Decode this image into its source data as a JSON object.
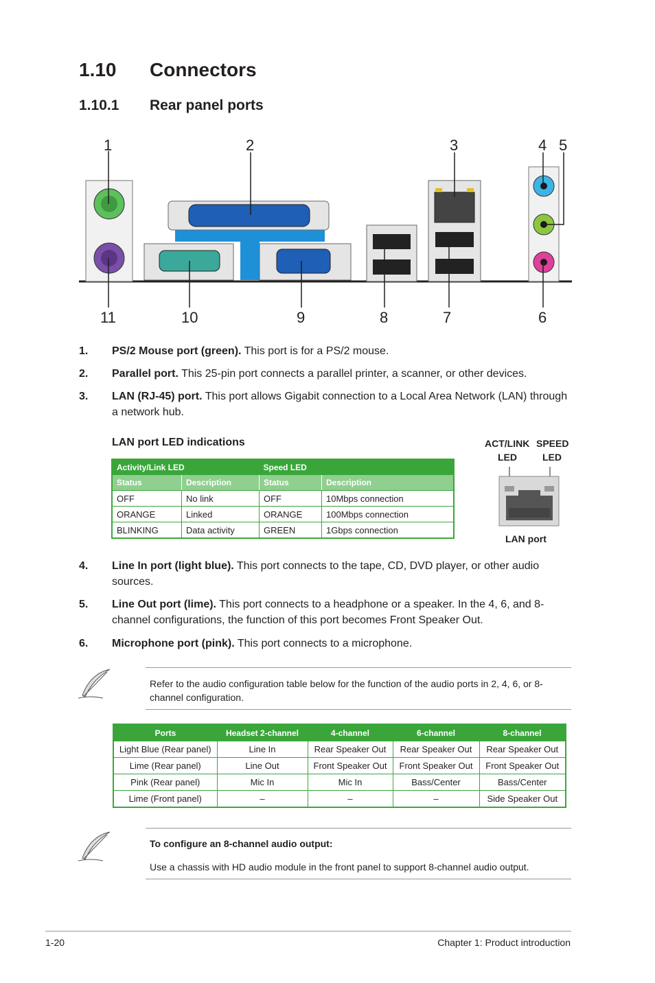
{
  "section": {
    "number": "1.10",
    "title": "Connectors"
  },
  "subsection": {
    "number": "1.10.1",
    "title": "Rear panel ports"
  },
  "callouts_top": [
    "1",
    "2",
    "3",
    "4",
    "5"
  ],
  "callouts_bottom": [
    "11",
    "10",
    "9",
    "8",
    "7",
    "6"
  ],
  "items": [
    {
      "num": "1.",
      "bold": "PS/2 Mouse port (green).",
      "text": " This port is for a PS/2 mouse."
    },
    {
      "num": "2.",
      "bold": "Parallel port.",
      "text": " This 25-pin port connects a parallel printer, a scanner, or other devices."
    },
    {
      "num": "3.",
      "bold": "LAN (RJ-45) port.",
      "text": " This port allows Gigabit connection to a Local Area Network (LAN) through a network hub."
    },
    {
      "num": "4.",
      "bold": "Line In port (light blue).",
      "text": " This port connects to the tape, CD, DVD player, or other audio sources."
    },
    {
      "num": "5.",
      "bold": "Line Out port (lime).",
      "text": " This port connects to a headphone or a speaker. In the 4, 6, and 8-channel configurations, the function of this port becomes Front Speaker Out."
    },
    {
      "num": "6.",
      "bold": "Microphone port (pink).",
      "text": " This port connects to a microphone."
    }
  ],
  "lan_led": {
    "heading": "LAN port LED indications",
    "group_headers": [
      "Activity/Link LED",
      "Speed LED"
    ],
    "col_headers": [
      "Status",
      "Description",
      "Status",
      "Description"
    ],
    "rows": [
      [
        "OFF",
        "No link",
        "OFF",
        "10Mbps connection"
      ],
      [
        "ORANGE",
        "Linked",
        "ORANGE",
        "100Mbps connection"
      ],
      [
        "BLINKING",
        "Data activity",
        "GREEN",
        "1Gbps connection"
      ]
    ]
  },
  "lan_figure": {
    "act_label": "ACT/LINK",
    "speed_label": "SPEED",
    "led_label": "LED",
    "port_label": "LAN port"
  },
  "note1": "Refer to the audio configuration table below for the function of the audio ports in 2, 4, 6, or 8-channel configuration.",
  "audio_table": {
    "headers": [
      "Ports",
      "Headset 2-channel",
      "4-channel",
      "6-channel",
      "8-channel"
    ],
    "rows": [
      [
        "Light Blue (Rear panel)",
        "Line In",
        "Rear Speaker Out",
        "Rear Speaker Out",
        "Rear Speaker Out"
      ],
      [
        "Lime (Rear panel)",
        "Line Out",
        "Front Speaker Out",
        "Front Speaker Out",
        "Front Speaker Out"
      ],
      [
        "Pink (Rear panel)",
        "Mic In",
        "Mic In",
        "Bass/Center",
        "Bass/Center"
      ],
      [
        "Lime (Front panel)",
        "–",
        "–",
        "–",
        "Side Speaker Out"
      ]
    ]
  },
  "note2": {
    "title": "To configure an 8-channel audio output:",
    "text": "Use a chassis with HD audio module in the front panel to support 8-channel audio output."
  },
  "footer": {
    "page": "1-20",
    "chapter": "Chapter 1: Product introduction"
  },
  "colors": {
    "accent_green": "#3aa63a",
    "ps2_green": "#5cc05c",
    "ps2_purple": "#7a4fa8",
    "port_blue": "#1f5fb5",
    "line_in": "#3cb4e6",
    "line_out": "#8cc63e",
    "mic": "#e0409a"
  }
}
